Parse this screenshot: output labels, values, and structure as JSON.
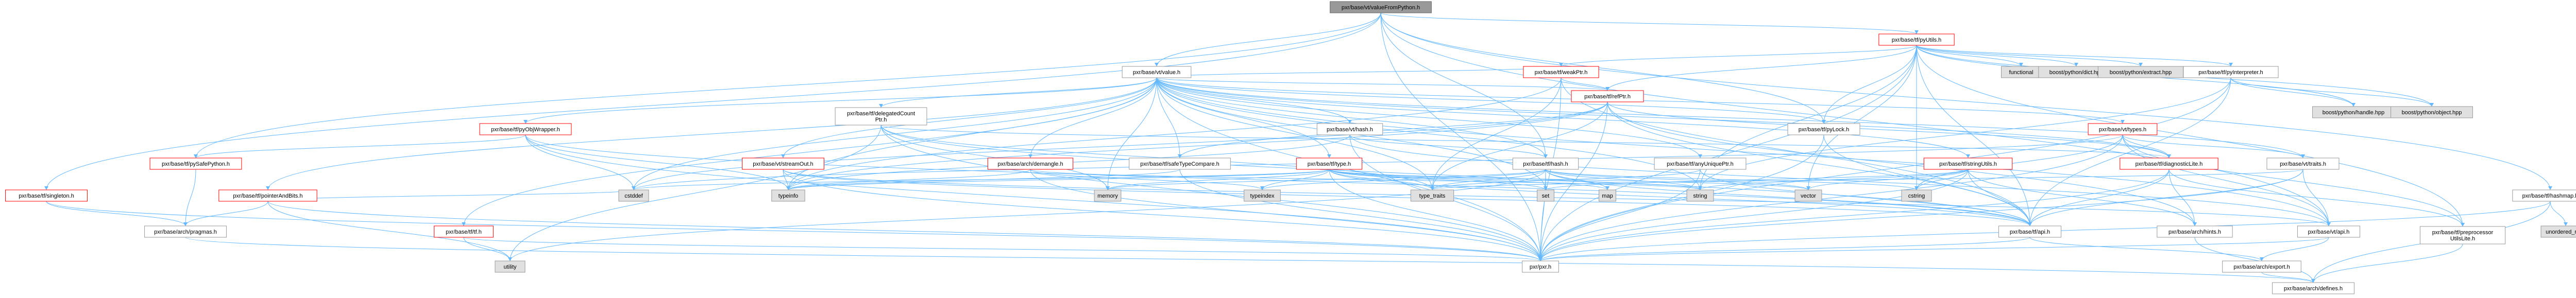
{
  "colors": {
    "root_fill": "#999999",
    "plain_fill": "#ffffff",
    "plain_stroke": "#999999",
    "red_stroke": "#ff0000",
    "grey_fill": "#e0e0e0",
    "grey_stroke": "#999999",
    "edge": "#63b8ff"
  },
  "nodes": [
    {
      "id": "root",
      "label": "pxr/base/vt/valueFromPython.h",
      "kind": "root"
    },
    {
      "id": "pyUtils",
      "label": "pxr/base/tf/pyUtils.h",
      "kind": "red"
    },
    {
      "id": "functional",
      "label": "functional",
      "kind": "grey"
    },
    {
      "id": "bpDict",
      "label": "boost/python/dict.hpp",
      "kind": "grey"
    },
    {
      "id": "bpExtract",
      "label": "boost/python/extract.hpp",
      "kind": "grey"
    },
    {
      "id": "pyInterp",
      "label": "pxr/base/tf/pyInterpreter.h",
      "kind": "plain"
    },
    {
      "id": "bpHandle",
      "label": "boost/python/handle.hpp",
      "kind": "grey"
    },
    {
      "id": "bpObject",
      "label": "boost/python/object.hpp",
      "kind": "grey"
    },
    {
      "id": "singleton",
      "label": "pxr/base/tf/singleton.h",
      "kind": "red"
    },
    {
      "id": "pySafePython",
      "label": "pxr/base/tf/pySafePython.h",
      "kind": "red"
    },
    {
      "id": "pyObjWrapper",
      "label": "pxr/base/tf/pyObjWrapper.h",
      "kind": "red"
    },
    {
      "id": "pointerAndBits",
      "label": "pxr/base/tf/pointerAndBits.h",
      "kind": "red"
    },
    {
      "id": "vtValue",
      "label": "pxr/base/vt/value.h",
      "kind": "plain"
    },
    {
      "id": "delegatedCountPtr",
      "label": "pxr/base/tf/delegatedCount\nPtr.h",
      "kind": "plain"
    },
    {
      "id": "vtHash",
      "label": "pxr/base/vt/hash.h",
      "kind": "plain"
    },
    {
      "id": "weakPtr",
      "label": "pxr/base/tf/weakPtr.h",
      "kind": "red"
    },
    {
      "id": "refPtr",
      "label": "pxr/base/tf/refPtr.h",
      "kind": "red"
    },
    {
      "id": "pyLock",
      "label": "pxr/base/tf/pyLock.h",
      "kind": "plain"
    },
    {
      "id": "vtTypes",
      "label": "pxr/base/vt/types.h",
      "kind": "red"
    },
    {
      "id": "streamOut",
      "label": "pxr/base/vt/streamOut.h",
      "kind": "red"
    },
    {
      "id": "arDemangle",
      "label": "pxr/base/arch/demangle.h",
      "kind": "red"
    },
    {
      "id": "safeTypeCompare",
      "label": "pxr/base/tf/safeTypeCompare.h",
      "kind": "plain"
    },
    {
      "id": "tfType",
      "label": "pxr/base/tf/type.h",
      "kind": "red"
    },
    {
      "id": "tfHash",
      "label": "pxr/base/tf/hash.h",
      "kind": "plain"
    },
    {
      "id": "anyUniquePtr",
      "label": "pxr/base/tf/anyUniquePtr.h",
      "kind": "plain"
    },
    {
      "id": "stringUtils",
      "label": "pxr/base/tf/stringUtils.h",
      "kind": "red"
    },
    {
      "id": "diagnosticLite",
      "label": "pxr/base/tf/diagnosticLite.h",
      "kind": "red"
    },
    {
      "id": "vtTraits",
      "label": "pxr/base/vt/traits.h",
      "kind": "plain"
    },
    {
      "id": "hashmap",
      "label": "pxr/base/tf/hashmap.h",
      "kind": "plain"
    },
    {
      "id": "pragmas",
      "label": "pxr/base/arch/pragmas.h",
      "kind": "plain"
    },
    {
      "id": "tfTf",
      "label": "pxr/base/tf/tf.h",
      "kind": "red"
    },
    {
      "id": "cstddef",
      "label": "cstddef",
      "kind": "grey"
    },
    {
      "id": "typeinfo",
      "label": "typeinfo",
      "kind": "grey"
    },
    {
      "id": "memory",
      "label": "memory",
      "kind": "grey"
    },
    {
      "id": "typeindex",
      "label": "typeindex",
      "kind": "grey"
    },
    {
      "id": "typeTraits",
      "label": "type_traits",
      "kind": "grey"
    },
    {
      "id": "set",
      "label": "set",
      "kind": "grey"
    },
    {
      "id": "map",
      "label": "map",
      "kind": "grey"
    },
    {
      "id": "string",
      "label": "string",
      "kind": "grey"
    },
    {
      "id": "vector",
      "label": "vector",
      "kind": "grey"
    },
    {
      "id": "cstring",
      "label": "cstring",
      "kind": "grey"
    },
    {
      "id": "tfApi",
      "label": "pxr/base/tf/api.h",
      "kind": "plain"
    },
    {
      "id": "arHints",
      "label": "pxr/base/arch/hints.h",
      "kind": "plain"
    },
    {
      "id": "vtApi",
      "label": "pxr/base/vt/api.h",
      "kind": "plain"
    },
    {
      "id": "preprocUtilsLite",
      "label": "pxr/base/tf/preprocessor\nUtilsLite.h",
      "kind": "plain"
    },
    {
      "id": "utility",
      "label": "utility",
      "kind": "grey"
    },
    {
      "id": "pxr",
      "label": "pxr/pxr.h",
      "kind": "plain"
    },
    {
      "id": "arExport",
      "label": "pxr/base/arch/export.h",
      "kind": "plain"
    },
    {
      "id": "arDefines",
      "label": "pxr/base/arch/defines.h",
      "kind": "plain"
    },
    {
      "id": "unorderedMap",
      "label": "unordered_map",
      "kind": "grey"
    }
  ],
  "edges": [
    [
      "root",
      "pyUtils"
    ],
    [
      "root",
      "vtValue"
    ],
    [
      "root",
      "singleton"
    ],
    [
      "root",
      "tfHash"
    ],
    [
      "root",
      "hashmap"
    ],
    [
      "root",
      "pySafePython"
    ],
    [
      "root",
      "pyLock"
    ],
    [
      "root",
      "pxr"
    ],
    [
      "root",
      "vtApi"
    ],
    [
      "pyUtils",
      "functional"
    ],
    [
      "pyUtils",
      "bpDict"
    ],
    [
      "pyUtils",
      "bpExtract"
    ],
    [
      "pyUtils",
      "pyInterp"
    ],
    [
      "pyUtils",
      "bpHandle"
    ],
    [
      "pyUtils",
      "bpObject"
    ],
    [
      "pyUtils",
      "weakPtr"
    ],
    [
      "pyUtils",
      "refPtr"
    ],
    [
      "pyUtils",
      "pyLock"
    ],
    [
      "pyUtils",
      "tfApi"
    ],
    [
      "pyUtils",
      "string"
    ],
    [
      "pyUtils",
      "vector"
    ],
    [
      "pyUtils",
      "cstring"
    ],
    [
      "pyUtils",
      "pxr"
    ],
    [
      "pyUtils",
      "preprocUtilsLite"
    ],
    [
      "pyInterp",
      "bpHandle"
    ],
    [
      "pyInterp",
      "bpObject"
    ],
    [
      "pyInterp",
      "tfApi"
    ],
    [
      "pyInterp",
      "string"
    ],
    [
      "pyInterp",
      "pxr"
    ],
    [
      "singleton",
      "pragmas"
    ],
    [
      "singleton",
      "pxr"
    ],
    [
      "pySafePython",
      "pragmas"
    ],
    [
      "pyObjWrapper",
      "pySafePython"
    ],
    [
      "pyObjWrapper",
      "typeinfo"
    ],
    [
      "pyObjWrapper",
      "tfApi"
    ],
    [
      "pyObjWrapper",
      "pxr"
    ],
    [
      "pyObjWrapper",
      "cstddef"
    ],
    [
      "pointerAndBits",
      "pragmas"
    ],
    [
      "pointerAndBits",
      "pxr"
    ],
    [
      "pointerAndBits",
      "utility"
    ],
    [
      "pointerAndBits",
      "cstddef"
    ],
    [
      "vtValue",
      "pyObjWrapper"
    ],
    [
      "vtValue",
      "pointerAndBits"
    ],
    [
      "vtValue",
      "delegatedCountPtr"
    ],
    [
      "vtValue",
      "vtHash"
    ],
    [
      "vtValue",
      "weakPtr"
    ],
    [
      "vtValue",
      "refPtr"
    ],
    [
      "vtValue",
      "pyLock"
    ],
    [
      "vtValue",
      "vtTypes"
    ],
    [
      "vtValue",
      "streamOut"
    ],
    [
      "vtValue",
      "arDemangle"
    ],
    [
      "vtValue",
      "safeTypeCompare"
    ],
    [
      "vtValue",
      "tfType"
    ],
    [
      "vtValue",
      "tfHash"
    ],
    [
      "vtValue",
      "anyUniquePtr"
    ],
    [
      "vtValue",
      "stringUtils"
    ],
    [
      "vtValue",
      "diagnosticLite"
    ],
    [
      "vtValue",
      "vtTraits"
    ],
    [
      "vtValue",
      "tfTf"
    ],
    [
      "vtValue",
      "pxr"
    ],
    [
      "vtValue",
      "vtApi"
    ],
    [
      "vtValue",
      "typeinfo"
    ],
    [
      "vtValue",
      "typeTraits"
    ],
    [
      "vtValue",
      "memory"
    ],
    [
      "vtValue",
      "string"
    ],
    [
      "vtValue",
      "cstddef"
    ],
    [
      "vtValue",
      "set"
    ],
    [
      "delegatedCountPtr",
      "tfApi"
    ],
    [
      "delegatedCountPtr",
      "diagnosticLite"
    ],
    [
      "delegatedCountPtr",
      "memory"
    ],
    [
      "delegatedCountPtr",
      "pxr"
    ],
    [
      "delegatedCountPtr",
      "typeTraits"
    ],
    [
      "delegatedCountPtr",
      "utility"
    ],
    [
      "vtHash",
      "tfHash"
    ],
    [
      "vtHash",
      "vtApi"
    ],
    [
      "vtHash",
      "pxr"
    ],
    [
      "vtHash",
      "typeinfo"
    ],
    [
      "weakPtr",
      "refPtr"
    ],
    [
      "weakPtr",
      "tfApi"
    ],
    [
      "weakPtr",
      "typeinfo"
    ],
    [
      "weakPtr",
      "typeTraits"
    ],
    [
      "weakPtr",
      "pxr"
    ],
    [
      "refPtr",
      "tfApi"
    ],
    [
      "refPtr",
      "diagnosticLite"
    ],
    [
      "refPtr",
      "typeinfo"
    ],
    [
      "refPtr",
      "typeTraits"
    ],
    [
      "refPtr",
      "pxr"
    ],
    [
      "refPtr",
      "cstddef"
    ],
    [
      "refPtr",
      "arHints"
    ],
    [
      "refPtr",
      "safeTypeCompare"
    ],
    [
      "pyLock",
      "tfApi"
    ],
    [
      "pyLock",
      "pxr"
    ],
    [
      "vtTypes",
      "vtTraits"
    ],
    [
      "vtTypes",
      "vtApi"
    ],
    [
      "vtTypes",
      "diagnosticLite"
    ],
    [
      "vtTypes",
      "preprocUtilsLite"
    ],
    [
      "vtTypes",
      "cstddef"
    ],
    [
      "vtTypes",
      "cstring"
    ],
    [
      "vtTypes",
      "pxr"
    ],
    [
      "streamOut",
      "tfApi"
    ],
    [
      "streamOut",
      "typeinfo"
    ],
    [
      "streamOut",
      "vtApi"
    ],
    [
      "streamOut",
      "pxr"
    ],
    [
      "arDemangle",
      "typeinfo"
    ],
    [
      "arDemangle",
      "typeindex"
    ],
    [
      "arDemangle",
      "string"
    ],
    [
      "arDemangle",
      "pxr"
    ],
    [
      "safeTypeCompare",
      "typeinfo"
    ],
    [
      "safeTypeCompare",
      "pxr"
    ],
    [
      "tfType",
      "tfApi"
    ],
    [
      "tfType",
      "typeinfo"
    ],
    [
      "tfType",
      "typeindex"
    ],
    [
      "tfType",
      "typeTraits"
    ],
    [
      "tfType",
      "set"
    ],
    [
      "tfType",
      "map"
    ],
    [
      "tfType",
      "string"
    ],
    [
      "tfType",
      "vector"
    ],
    [
      "tfType",
      "memory"
    ],
    [
      "tfType",
      "pxr"
    ],
    [
      "tfType",
      "cstddef"
    ],
    [
      "tfHash",
      "tfApi"
    ],
    [
      "tfHash",
      "typeindex"
    ],
    [
      "tfHash",
      "typeTraits"
    ],
    [
      "tfHash",
      "set"
    ],
    [
      "tfHash",
      "map"
    ],
    [
      "tfHash",
      "string"
    ],
    [
      "tfHash",
      "vector"
    ],
    [
      "tfHash",
      "memory"
    ],
    [
      "tfHash",
      "utility"
    ],
    [
      "tfHash",
      "pxr"
    ],
    [
      "tfHash",
      "cstring"
    ],
    [
      "anyUniquePtr",
      "tfApi"
    ],
    [
      "anyUniquePtr",
      "typeTraits"
    ],
    [
      "anyUniquePtr",
      "pxr"
    ],
    [
      "stringUtils",
      "tfApi"
    ],
    [
      "stringUtils",
      "arHints"
    ],
    [
      "stringUtils",
      "string"
    ],
    [
      "stringUtils",
      "vector"
    ],
    [
      "stringUtils",
      "set"
    ],
    [
      "stringUtils",
      "cstring"
    ],
    [
      "stringUtils",
      "pxr"
    ],
    [
      "diagnosticLite",
      "tfApi"
    ],
    [
      "diagnosticLite",
      "arHints"
    ],
    [
      "diagnosticLite",
      "preprocUtilsLite"
    ],
    [
      "diagnosticLite",
      "pxr"
    ],
    [
      "vtTraits",
      "vtApi"
    ],
    [
      "vtTraits",
      "tfApi"
    ],
    [
      "vtTraits",
      "typeTraits"
    ],
    [
      "vtTraits",
      "pxr"
    ],
    [
      "hashmap",
      "unorderedMap"
    ],
    [
      "hashmap",
      "pxr"
    ],
    [
      "hashmap",
      "arDefines"
    ],
    [
      "pragmas",
      "arDefines"
    ],
    [
      "tfTf",
      "utility"
    ],
    [
      "tfTf",
      "pxr"
    ],
    [
      "tfApi",
      "arExport"
    ],
    [
      "tfApi",
      "pxr"
    ],
    [
      "arHints",
      "arDefines"
    ],
    [
      "vtApi",
      "arExport"
    ],
    [
      "vtApi",
      "pxr"
    ],
    [
      "preprocUtilsLite",
      "arDefines"
    ],
    [
      "arExport",
      "arDefines"
    ]
  ]
}
